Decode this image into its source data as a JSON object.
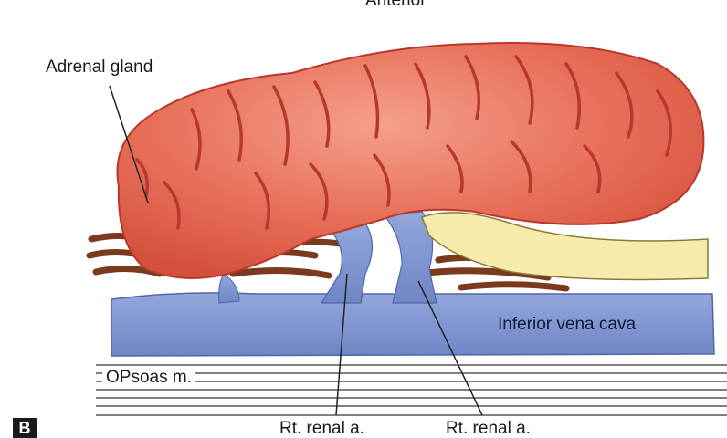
{
  "labels": {
    "anterior": "Anterior",
    "adrenal_gland": "Adrenal gland",
    "inferior_vena_cava": "Inferior vena cava",
    "psoas": "OPsoas m.",
    "renal_vein_1": "Rt. renal a.",
    "renal_vein_2": "Rt. renal a.",
    "panel_letter": "B"
  },
  "colors": {
    "adrenal": "#e8705a",
    "adrenal_dark": "#b8392c",
    "vein": "#7f95cf",
    "vein_dark": "#4f66a8",
    "tendon": "#f5ebab",
    "fat": "#7a3a1e",
    "line": "#222222"
  }
}
